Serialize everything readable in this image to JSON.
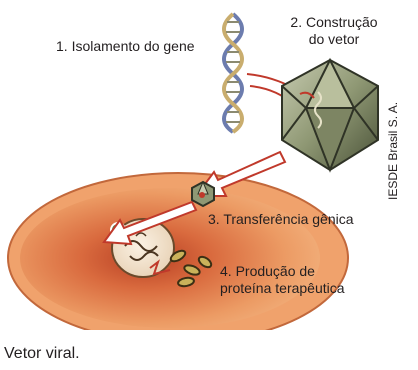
{
  "figure": {
    "labels": {
      "step1": "1. Isolamento do gene",
      "step2_line1": "2. Construção",
      "step2_line2": "do vetor",
      "step3": "3. Transferência gênica",
      "step4_line1": "4. Produção de",
      "step4_line2": "proteína terapêutica"
    },
    "credit": "IESDE Brasil S. A.",
    "colors": {
      "cell_outer": "#e7894f",
      "cell_inner": "#c24a29",
      "arrow_outline": "#c0392b",
      "virus_dark": "#3f4532",
      "virus_light": "#aab18f",
      "dna_blue": "#6c7cae",
      "dna_tan": "#c9ad6e"
    }
  },
  "caption": "Vetor viral."
}
